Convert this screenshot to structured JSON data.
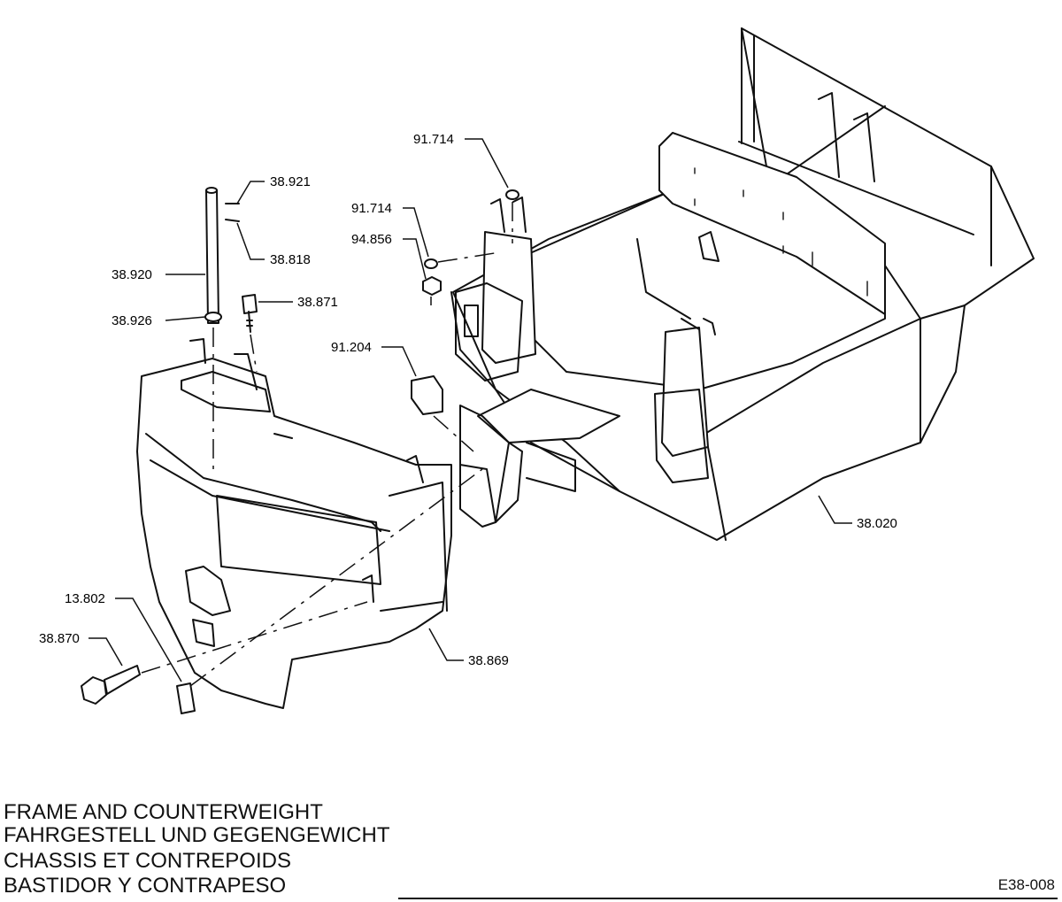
{
  "parts": {
    "p_38921": "38.921",
    "p_38818": "38.818",
    "p_38920": "38.920",
    "p_38926": "38.926",
    "p_38871": "38.871",
    "p_91714_a": "91.714",
    "p_91714_b": "91.714",
    "p_94856": "94.856",
    "p_91204": "91.204",
    "p_38020": "38.020",
    "p_13802": "13.802",
    "p_38870": "38.870",
    "p_38869": "38.869"
  },
  "title_lines": {
    "en": "FRAME AND COUNTERWEIGHT",
    "de": "FAHRGESTELL UND GEGENGEWICHT",
    "fr": "CHASSIS ET CONTREPOIDS",
    "es": "BASTIDOR Y CONTRAPESO"
  },
  "figure_code": "E38-008"
}
